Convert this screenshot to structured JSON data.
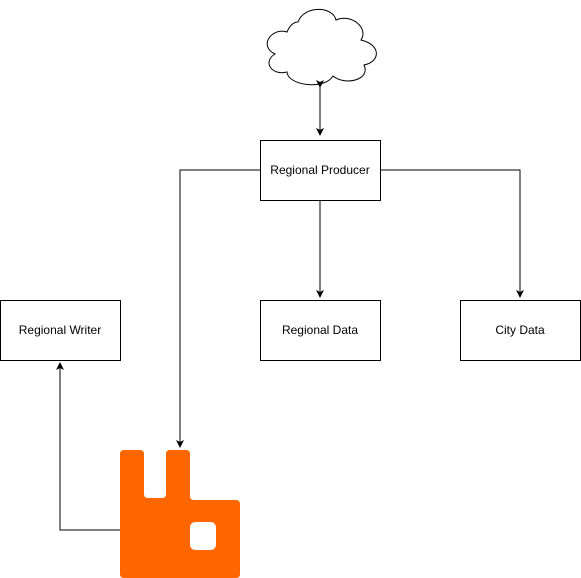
{
  "nodes": {
    "producer": {
      "label": "Regional Producer"
    },
    "writer": {
      "label": "Regional Writer"
    },
    "regional_data": {
      "label": "Regional Data"
    },
    "city_data": {
      "label": "City Data"
    }
  },
  "icons": {
    "cloud": "cloud-icon",
    "queue": "rabbitmq-logo-icon"
  },
  "colors": {
    "line": "#000000",
    "box_border": "#000000",
    "box_fill": "#ffffff",
    "queue_icon": "#ff6600"
  }
}
